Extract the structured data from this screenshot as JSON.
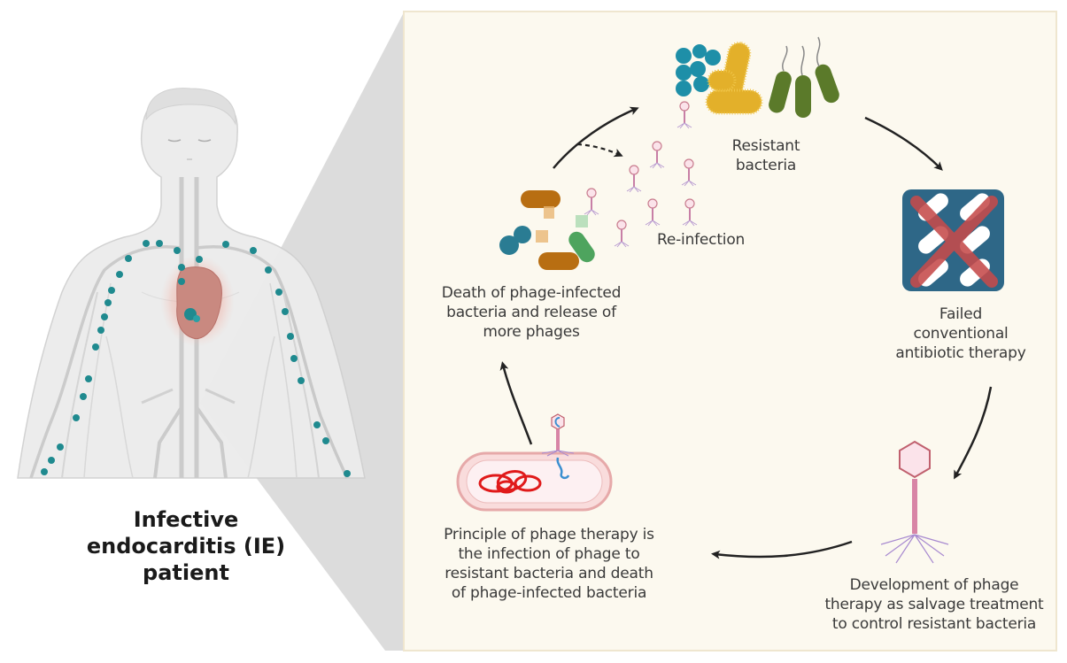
{
  "patient": {
    "title_lines": [
      "Infective",
      "endocarditis (IE)",
      "patient"
    ]
  },
  "cycle": {
    "steps": [
      {
        "id": "resistant-bacteria",
        "lines": [
          "Resistant",
          "bacteria"
        ]
      },
      {
        "id": "failed-antibiotics",
        "lines": [
          "Failed",
          "conventional",
          "antibiotic therapy"
        ]
      },
      {
        "id": "phage-development",
        "lines": [
          "Development of phage",
          "therapy as salvage treatment",
          "to control resistant bacteria"
        ]
      },
      {
        "id": "phage-principle",
        "lines": [
          "Principle of phage therapy is",
          "the infection of phage to",
          "resistant bacteria and death",
          "of phage-infected bacteria"
        ]
      },
      {
        "id": "bacteria-death",
        "lines": [
          "Death of phage-infected",
          "bacteria and release of",
          "more phages"
        ]
      }
    ],
    "reinfection_label": "Re-infection"
  },
  "colors": {
    "panel_bg": "#fcf9ef",
    "panel_border": "#efe6cf",
    "callout_gray": "#dcdcdc",
    "body_gray": "#e9e9e9",
    "vessel_gray": "#c8c8c8",
    "bacteria_teal": "#1e8fa8",
    "teal_dot": "#1f8a8f",
    "bacteria_gold": "#e3b02a",
    "bacteria_green": "#5b7a2a",
    "dead_brown": "#b86e12",
    "dead_blue": "#2a7c93",
    "dead_green": "#4ea45e",
    "phage_pink": "#e0a3b2",
    "phage_outline": "#c0606e",
    "pill_box": "#2e6787",
    "cross_red": "#c64b4b",
    "dna_red": "#e01a1a",
    "dna_blue": "#3b8fd0",
    "arrow": "#222222"
  }
}
